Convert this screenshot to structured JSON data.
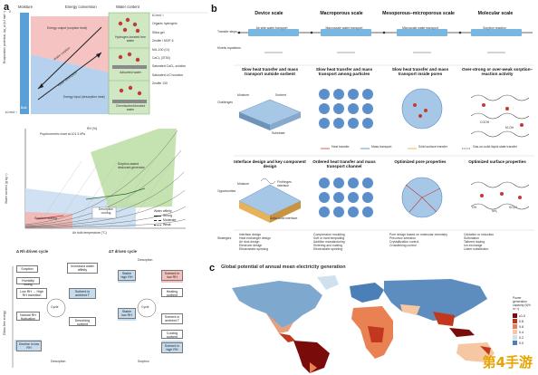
{
  "panels": {
    "a": "a",
    "b": "b",
    "c": "c"
  },
  "panel_a": {
    "top": {
      "col_moisture": "Moisture",
      "col_energy": "Energy conversion",
      "col_states": "Water content",
      "yaxis": "Evaporation potential, Δμ_w (kJ mol⁻¹)",
      "y_top": "0",
      "y_bottom": "kJ mol⁻¹",
      "bulk": "Bulk",
      "desorption": "Energy output (sorption heat)",
      "sorption": "Energy input (desorption heat)",
      "arrow1": "Water sorption",
      "arrow2": "Water desorption",
      "state1": "Hydrogen-bonded free water",
      "state2": "Adsorbed water",
      "state3": "Chemisorbed/bonded water",
      "materials": [
        "kJ mol⁻¹",
        "Organic hydrogels",
        "Silica gel",
        "Zeolite / MOF-5",
        "MIL-100 (Cr)",
        "CaCl₂ (3T50)",
        "Saturated CaCl₂ solution",
        "Saturated LiCl solution",
        "Zeolite 13X"
      ]
    },
    "chart": {
      "note": "Psychrometric chart at 101.3 kPa",
      "rh_label": "RH (%)",
      "ylabel": "Water content (g kg⁻¹)",
      "xlabel": "Air bulb temperature (°C)",
      "region_sorption": "Sorption-based desiccant generator",
      "region_heating": "Sorption heating",
      "region_cooling": "Desorption cooling",
      "legend_title": "Water affinity",
      "legend": [
        "Strong",
        "Moderate",
        "Weak"
      ]
    },
    "bottom": {
      "left_title": "Δ Rh driven cycle",
      "right_title": "ΔT driven cycle",
      "ylabel": "Gibbs free energy",
      "left_boxes": [
        "Sorption",
        "Increased water affinity",
        "Humidity swing",
        "Low RH → High RH transition",
        "Sorbent in ambient T",
        "Natural RH fluctuation",
        "Cycle",
        "Desorbing sorbent",
        "Decline in low RH",
        "Desorption"
      ],
      "right_boxes": [
        "Desorption",
        "Sorbent in low RH",
        "Stable high RH",
        "Cycle",
        "Heating sorbent",
        "Stable low RH",
        "Sorbent in ambient T",
        "Cooling sorbent",
        "Sorbent in high RH",
        "Sorption"
      ]
    }
  },
  "panel_b": {
    "columns": [
      "Device scale",
      "Macroporous scale",
      "Mesoporous–microporous scale",
      "Molecular scale"
    ],
    "rows": [
      "Transfer steps",
      "Kinetic equations",
      "Challenges",
      "Opportunities",
      "Strategies"
    ],
    "transfer": [
      "Air side water transport",
      "Macroscale water transport",
      "Microscale water transport",
      "Sorption reaction"
    ],
    "challenges": [
      "Slow heat transfer and mass transport outside sorbent",
      "Slow heat transfer and mass transport among particles",
      "Slow heat transfer and mass transport inside pores",
      "Over-strong or over-weak sorption–reaction activity"
    ],
    "challenge_labels": {
      "moisture": "Moisture",
      "sorbent": "Sorbent",
      "substrate": "Substrate"
    },
    "legend": [
      "Heat transfer",
      "Mass transport",
      "Solid surface transfer",
      "Gas-on-solid liquid-state transfer"
    ],
    "opportunities": [
      "Interface design and key component design",
      "Ordered heat transfer and mass transport channel",
      "Optimized pore properties",
      "Optimized surface properties"
    ],
    "opp_labels": {
      "moisture": "Moisture",
      "fins": "Fin/fringes interface",
      "solid": "Solid–solid interface"
    },
    "strategies": [
      [
        "Interface design",
        "Heat exchanger design",
        "Air duct design",
        "Electrode design",
        "Electrostatic spinning"
      ],
      [
        "Compression moulding",
        "Soft or hard templating",
        "Additive manufacturing",
        "Sintering and coating",
        "Electrostatic spinning"
      ],
      [
        "Pore design based on molecular chemistry",
        "Precursor selection",
        "Crystallization control",
        "Crosslinking control"
      ],
      [
        "Oxidation or reduction",
        "Sulfonation",
        "Tailored doping",
        "Ion exchange",
        "Linker substitution"
      ]
    ],
    "chem": [
      "OH",
      "NH₂",
      "SO₃H",
      "COOH",
      "M-OH"
    ]
  },
  "panel_c": {
    "title": "Global potential of annual mean electricity generation",
    "legend_title": "Power generation capacity (Wh m⁻²)",
    "legend": [
      {
        "label": "≥1.0",
        "color": "#7a0b0b"
      },
      {
        "label": "0.8",
        "color": "#c2381f"
      },
      {
        "label": "0.6",
        "color": "#e98152"
      },
      {
        "label": "0.4",
        "color": "#f5c7a3"
      },
      {
        "label": "0.2",
        "color": "#cfe0ee"
      },
      {
        "label": "0.0",
        "color": "#4a7fb7"
      }
    ]
  },
  "watermark": "第4手游"
}
